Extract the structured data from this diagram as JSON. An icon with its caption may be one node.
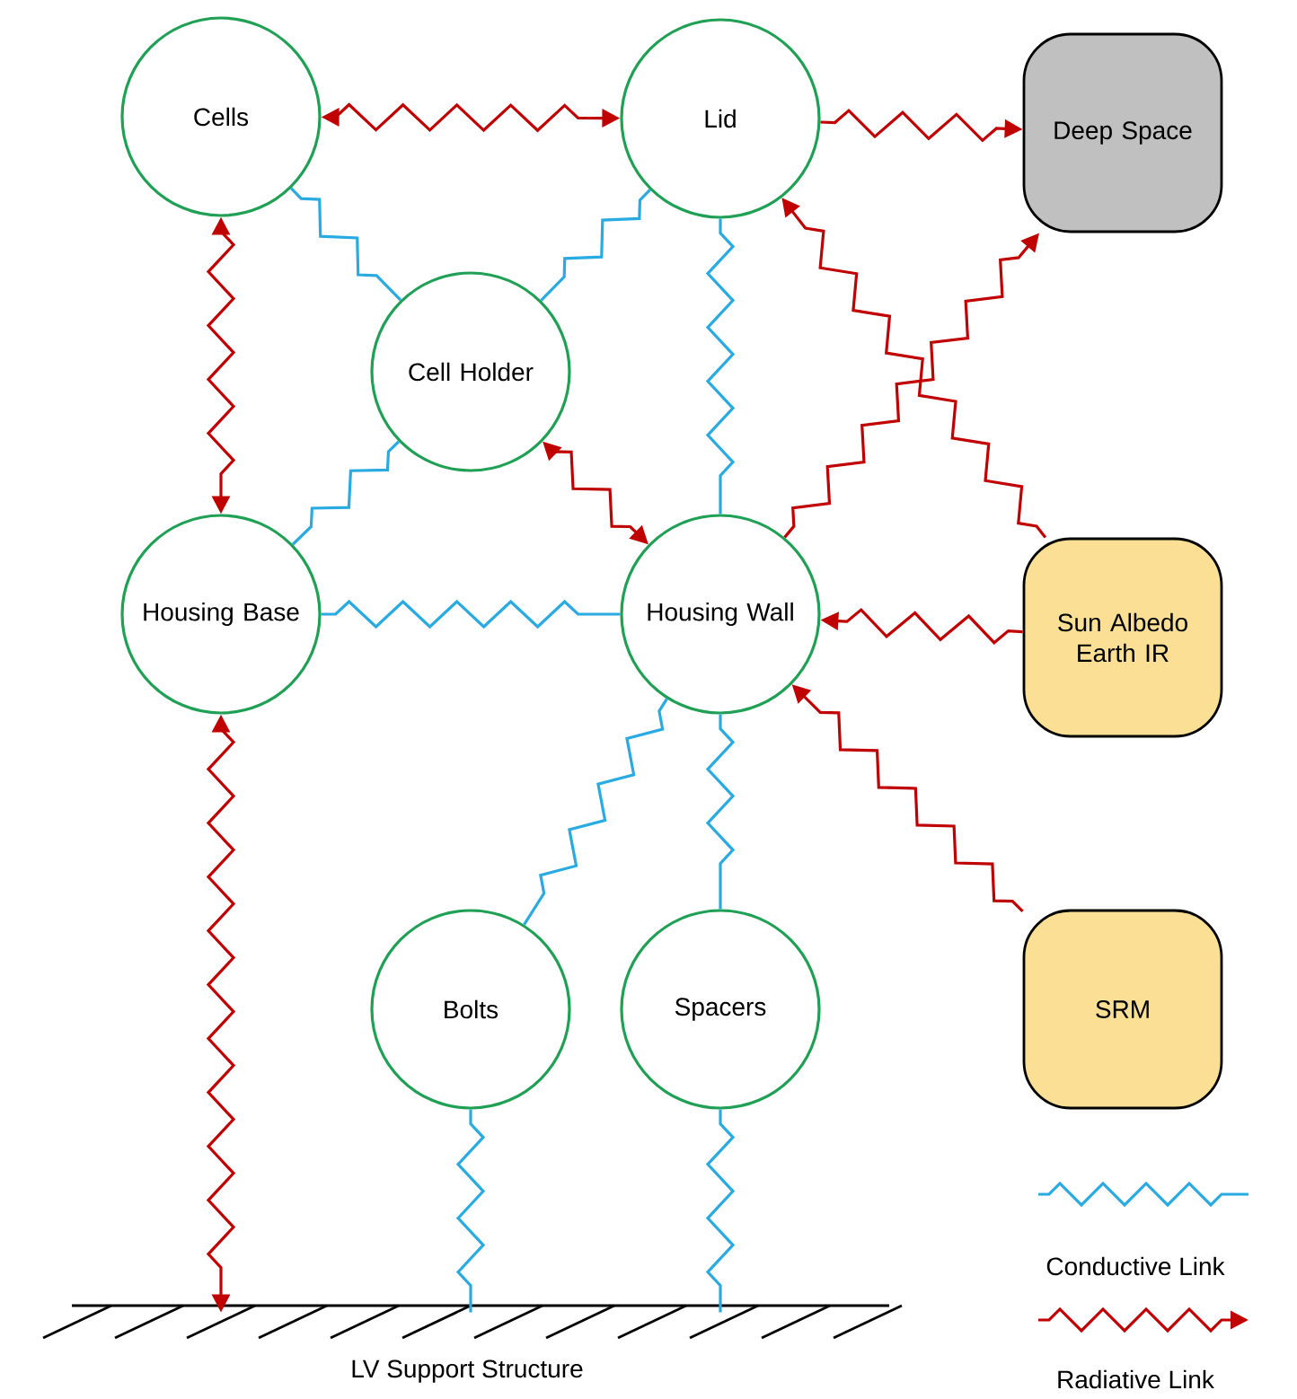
{
  "diagram": {
    "nodes": [
      {
        "text": [
          "Cells"
        ]
      },
      {
        "text": [
          "Lid"
        ]
      },
      {
        "text": [
          "Deep Space"
        ]
      },
      {
        "text": [
          "Cell Holder"
        ]
      },
      {
        "text": [
          "Housing Base"
        ]
      },
      {
        "text": [
          "Housing Wall"
        ]
      },
      {
        "text": [
          "Sun Albedo Earth IR"
        ]
      },
      {
        "text": [
          "Bolts"
        ]
      },
      {
        "text": [
          "Spacers"
        ]
      },
      {
        "text": [
          "SRM"
        ]
      },
      {
        "text": [
          "LV Support Structure"
        ]
      }
    ],
    "edges": [
      {
        "from": 0,
        "to": 1,
        "arrow": "both"
      },
      {
        "from": 1,
        "to": 2,
        "arrow": "to"
      },
      {
        "from": 0,
        "to": 3,
        "arrow": "none",
        "color": "#29abe2"
      },
      {
        "from": 1,
        "to": 3,
        "arrow": "none",
        "color": "#29abe2"
      },
      {
        "from": 1,
        "to": 5,
        "arrow": "none",
        "color": "#29abe2"
      },
      {
        "from": 0,
        "to": 4,
        "arrow": "both"
      },
      {
        "from": 3,
        "to": 4,
        "arrow": "none",
        "color": "#29abe2"
      },
      {
        "from": 3,
        "to": 5,
        "arrow": "both"
      },
      {
        "from": 4,
        "to": 5,
        "arrow": "none",
        "color": "#29abe2"
      },
      {
        "from": 5,
        "to": 2,
        "arrow": "to"
      },
      {
        "from": 6,
        "to": 1,
        "arrow": "to"
      },
      {
        "from": 6,
        "to": 5,
        "arrow": "to"
      },
      {
        "from": 9,
        "to": 5,
        "arrow": "to"
      },
      {
        "from": 5,
        "to": 7,
        "arrow": "none",
        "color": "#29abe2"
      },
      {
        "from": 5,
        "to": 8,
        "arrow": "none",
        "color": "#29abe2"
      },
      {
        "from": 4,
        "to": 10,
        "arrow": "both"
      },
      {
        "from": 7,
        "to": 10,
        "arrow": "none",
        "color": "#29abe2"
      },
      {
        "from": 8,
        "to": 10,
        "arrow": "none",
        "color": "#29abe2"
      }
    ],
    "legend": [
      {
        "text": "Conductive Link"
      },
      {
        "text": "Radiative Link"
      }
    ]
  }
}
